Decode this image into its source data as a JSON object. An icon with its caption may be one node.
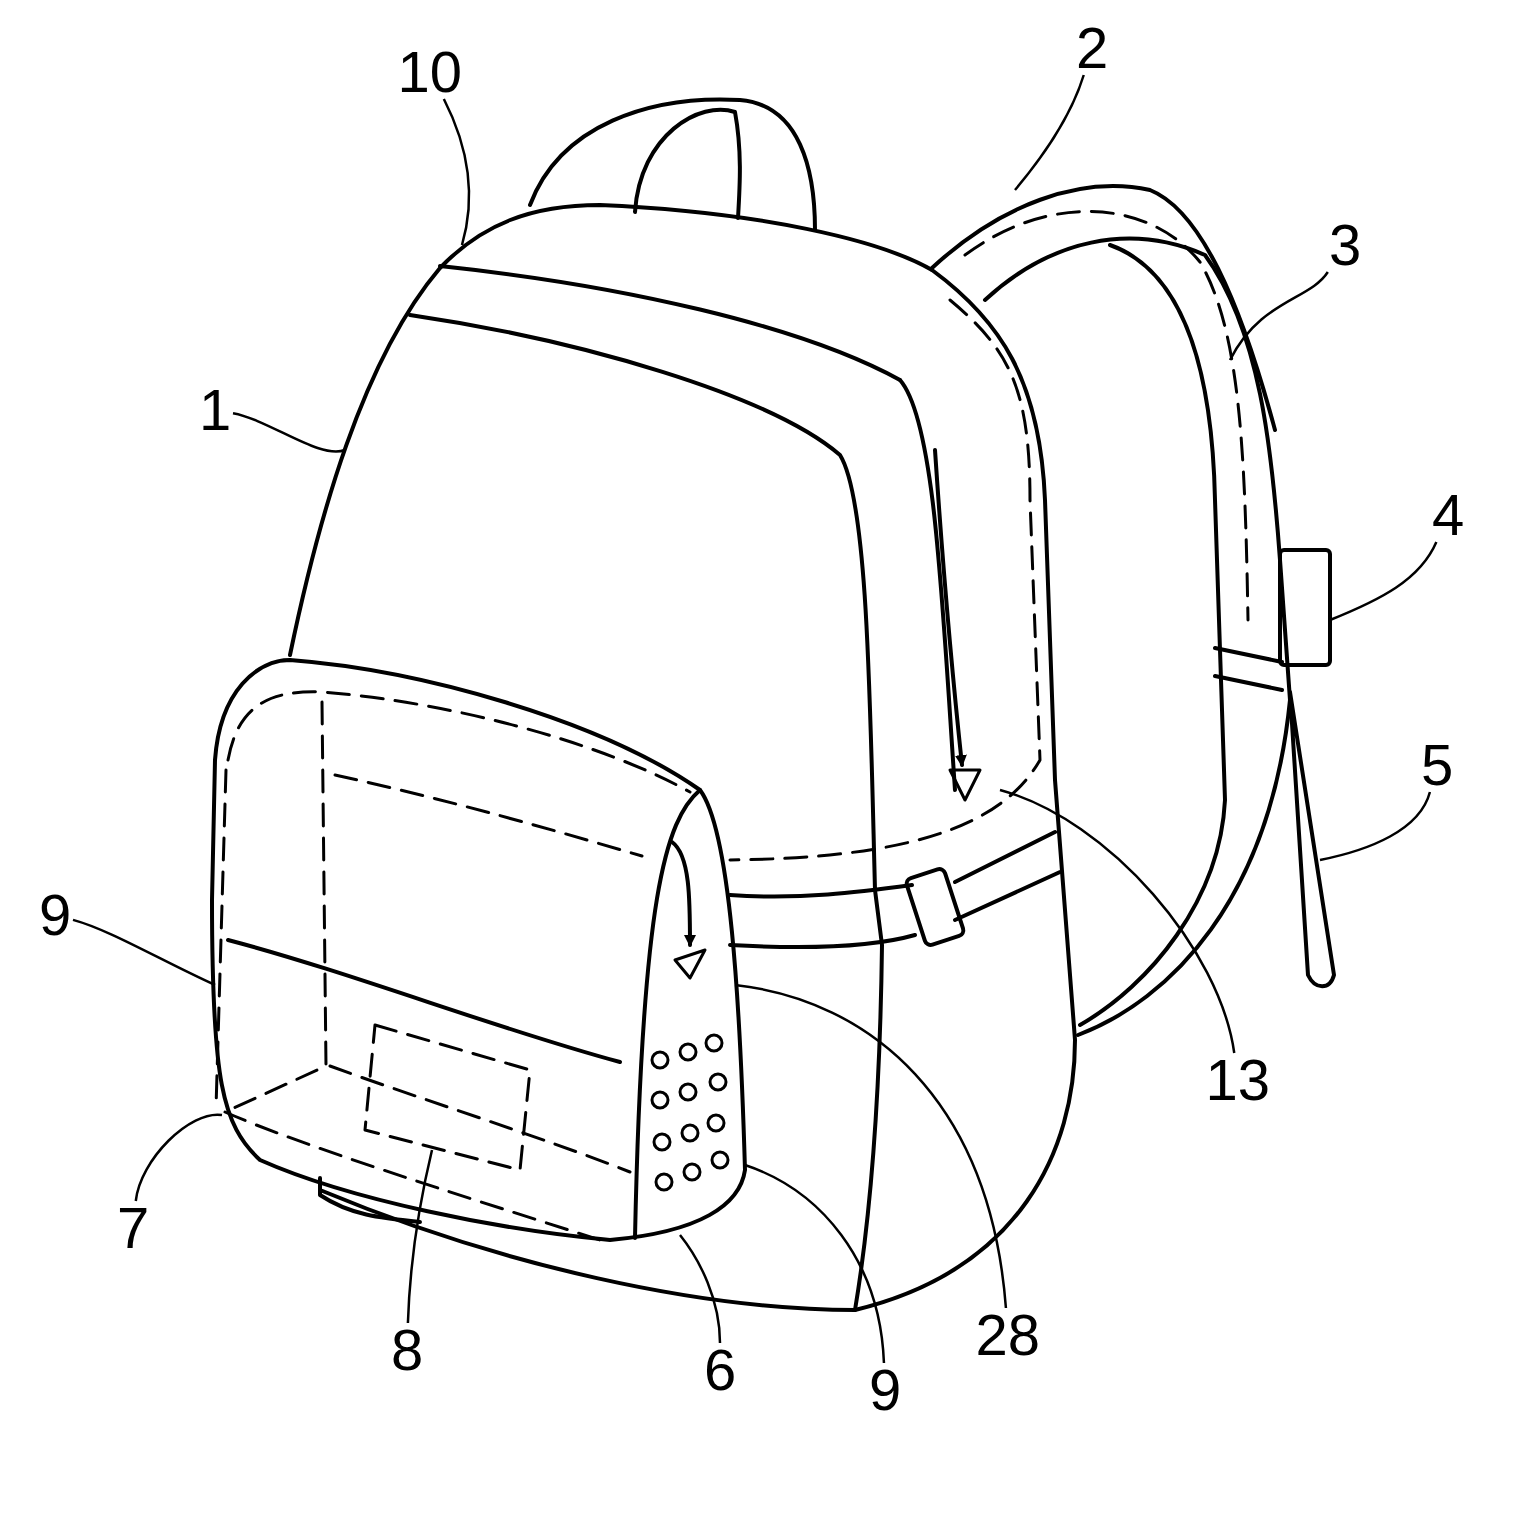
{
  "diagram": {
    "nodes": [
      {
        "text": [
          "10"
        ]
      },
      {
        "text": [
          "2"
        ]
      },
      {
        "text": [
          "3"
        ]
      },
      {
        "text": [
          "1"
        ]
      },
      {
        "text": [
          "4"
        ]
      },
      {
        "text": [
          "5"
        ]
      },
      {
        "text": [
          "9"
        ]
      },
      {
        "text": [
          "13"
        ]
      },
      {
        "text": [
          "7"
        ]
      },
      {
        "text": [
          "8"
        ]
      },
      {
        "text": [
          "6"
        ]
      },
      {
        "text": [
          "9"
        ]
      },
      {
        "text": [
          "28"
        ]
      }
    ],
    "edges": [
      {
        "from": 0,
        "to": null,
        "arrow": "none"
      },
      {
        "from": 1,
        "to": null,
        "arrow": "none"
      },
      {
        "from": 2,
        "to": null,
        "arrow": "none"
      },
      {
        "from": 3,
        "to": null,
        "arrow": "none"
      },
      {
        "from": 4,
        "to": null,
        "arrow": "none"
      },
      {
        "from": 5,
        "to": null,
        "arrow": "none"
      },
      {
        "from": 6,
        "to": null,
        "arrow": "none"
      },
      {
        "from": 7,
        "to": null,
        "arrow": "none"
      },
      {
        "from": 8,
        "to": null,
        "arrow": "none"
      },
      {
        "from": 9,
        "to": null,
        "arrow": "none"
      },
      {
        "from": 10,
        "to": null,
        "arrow": "none"
      },
      {
        "from": 11,
        "to": null,
        "arrow": "none"
      },
      {
        "from": 12,
        "to": null,
        "arrow": "none"
      }
    ]
  }
}
